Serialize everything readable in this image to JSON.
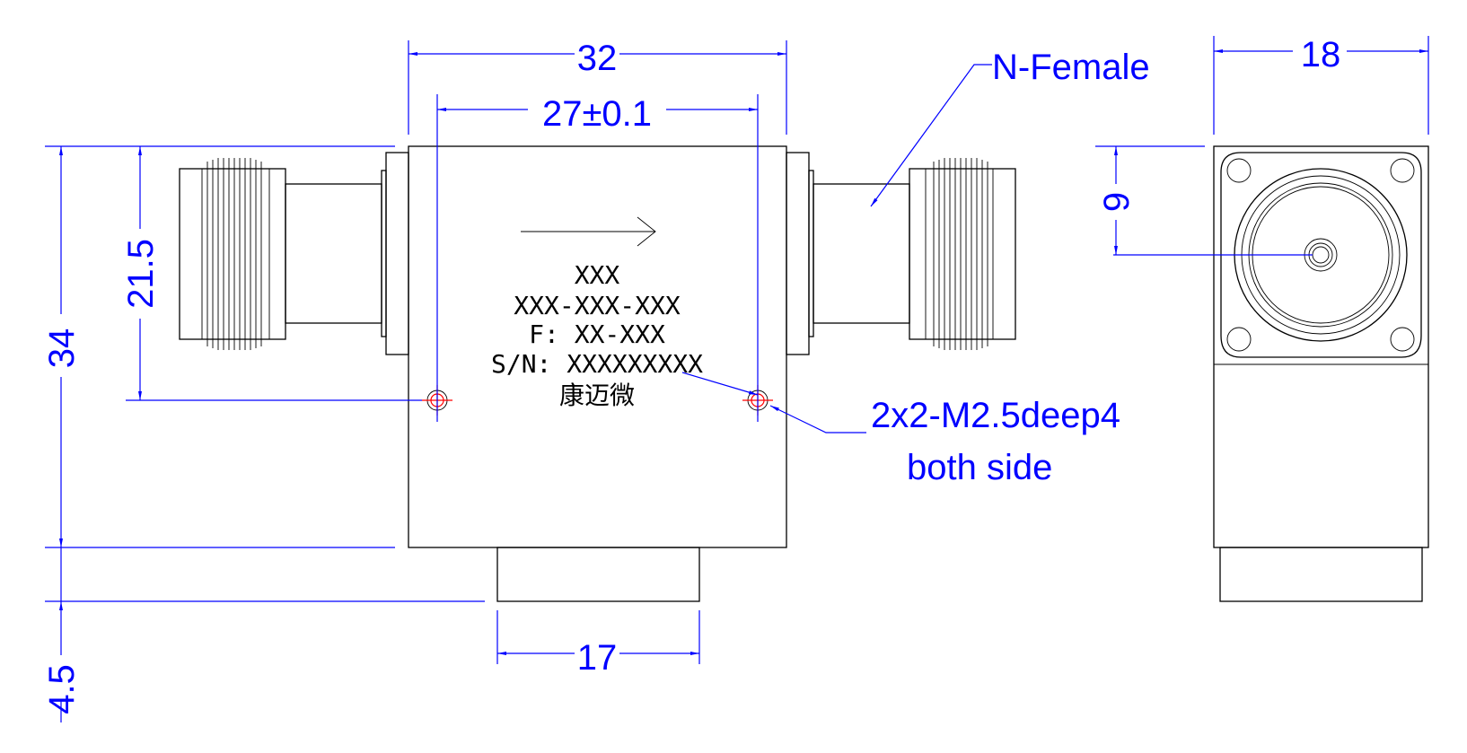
{
  "dimensions": {
    "width_overall": "32",
    "hole_spacing": "27±0.1",
    "height_overall": "34",
    "connector_center_height": "21.5",
    "bottom_tab_width": "17",
    "bottom_tab_height": "4.5",
    "side_width": "18",
    "side_center_offset": "9"
  },
  "callouts": {
    "connector": "N-Female",
    "holes_line1": "2x2-M2.5deep4",
    "holes_line2": "both side"
  },
  "body_label": {
    "line1": "XXX",
    "line2": "XXX-XXX-XXX",
    "line3": "F: XX-XXX",
    "line4": "S/N: XXXXXXXXX",
    "line5": "康迈微"
  },
  "colors": {
    "dimension": "#0000ff",
    "outline": "#000000",
    "centerline": "#ff0000"
  }
}
